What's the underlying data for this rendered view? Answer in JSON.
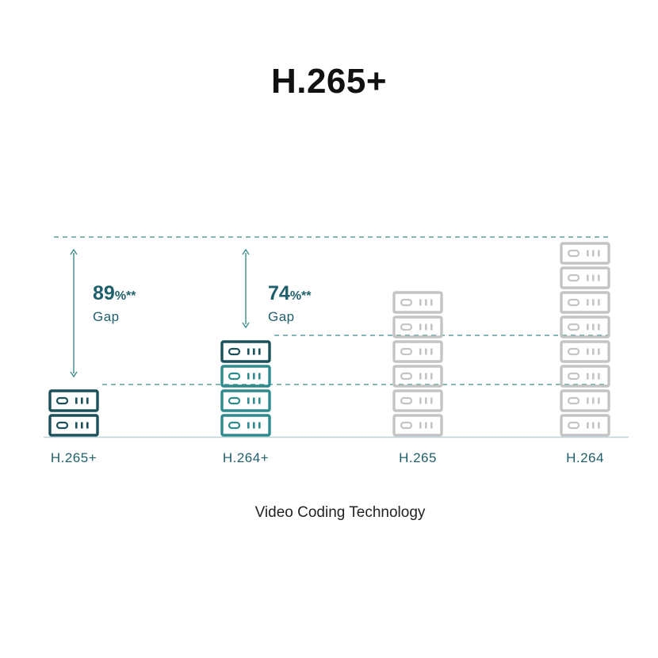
{
  "chart_data": {
    "type": "bar",
    "title": "H.265+",
    "xlabel": "Video Coding Technology",
    "ylabel": "",
    "categories": [
      "H.265+",
      "H.264+",
      "H.265",
      "H.264"
    ],
    "values": [
      2,
      4,
      6,
      8
    ],
    "ylim": [
      0,
      8
    ],
    "unit_icon": "server-icon",
    "highlighted": [
      true,
      true,
      false,
      false
    ],
    "annotations": [
      {
        "category": "H.265+",
        "pct": "89",
        "pct_suffix": "%**",
        "word": "Gap"
      },
      {
        "category": "H.264+",
        "pct": "74",
        "pct_suffix": "%**",
        "word": "Gap"
      }
    ],
    "colors": {
      "highlight_dark": "#1b4f5a",
      "highlight_teal": "#2e8a8c",
      "muted": "#c4c4c4",
      "annotation": "#1f5f6b",
      "guide": "#3d8a8c",
      "baseline": "#b7d3d6"
    },
    "grid": false,
    "legend": "none"
  }
}
